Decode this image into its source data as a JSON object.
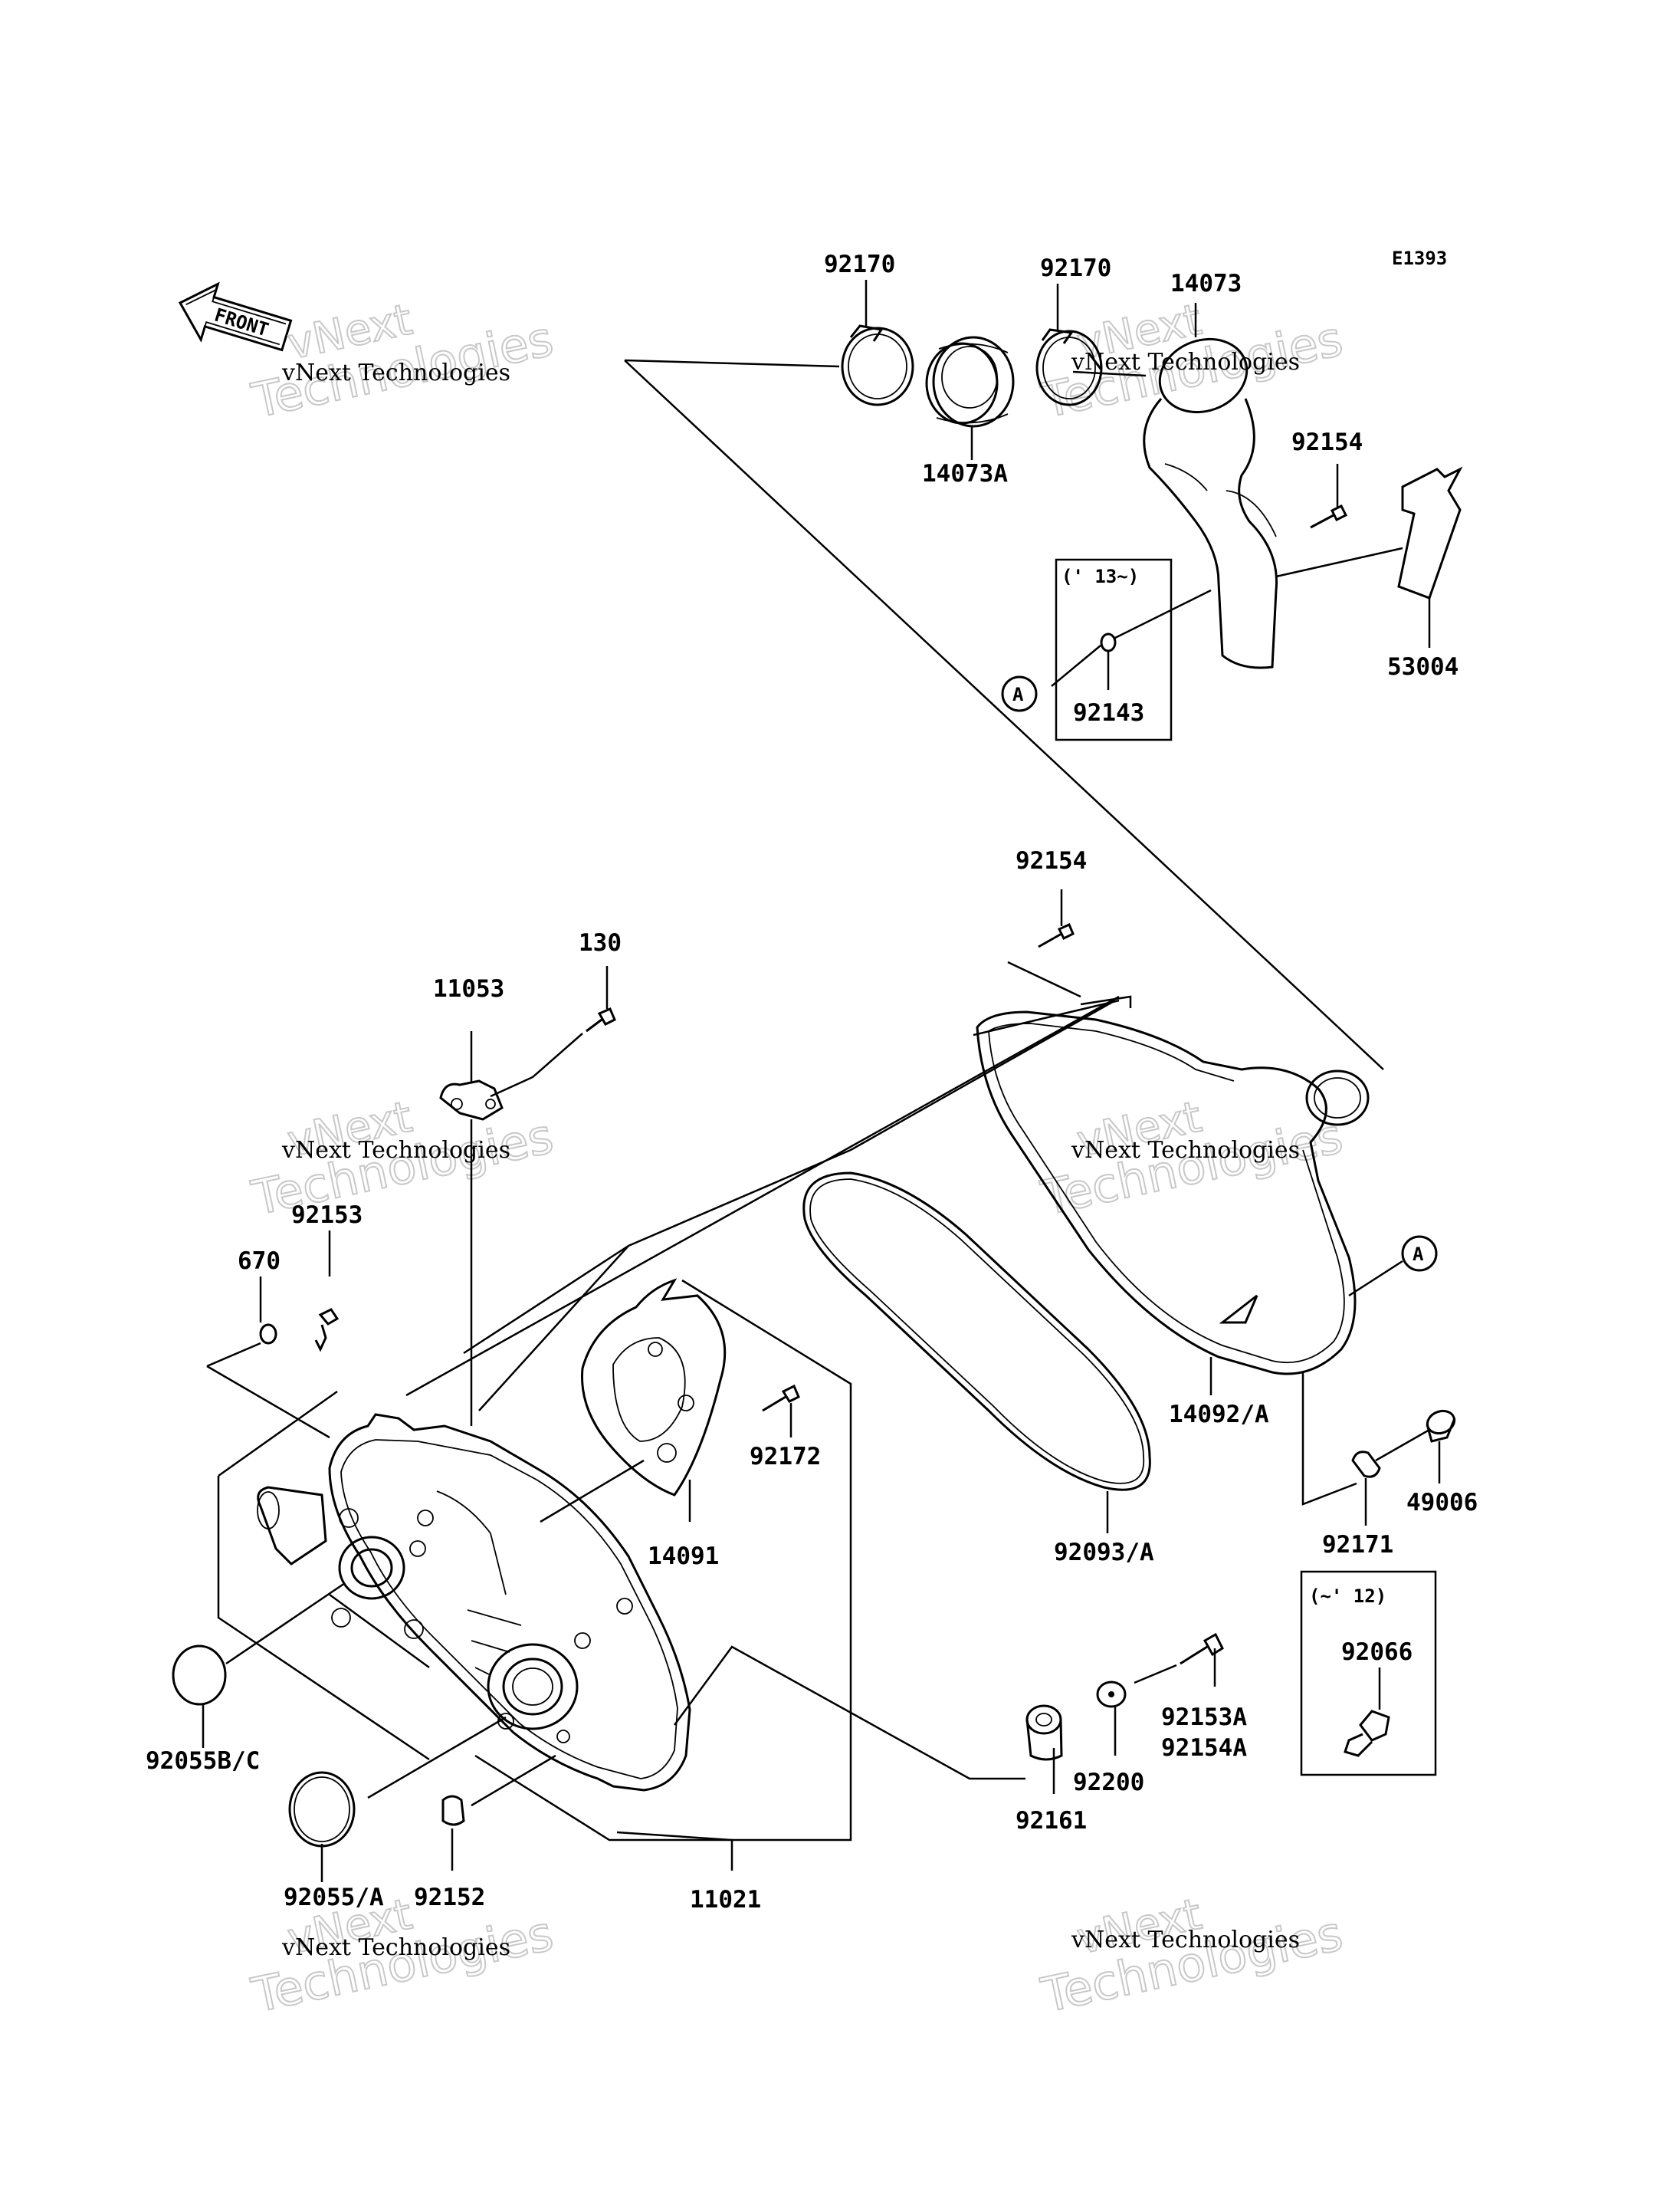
{
  "diagram_code": "E1393",
  "front_label": "FRONT",
  "watermark": {
    "line1": "vNext",
    "line2": "Technologies",
    "small": "vNext Technologies"
  },
  "callout_marker": "A",
  "variant_boxes": {
    "from_13": "(' 13~)",
    "to_12": "(~' 12)"
  },
  "part_labels": {
    "p92170_a": "92170",
    "p92170_b": "92170",
    "p14073": "14073",
    "p14073A": "14073A",
    "p92154_top": "92154",
    "p53004": "53004",
    "p92143": "92143",
    "p92154_mid": "92154",
    "p130": "130",
    "p11053": "11053",
    "p92153": "92153",
    "p670": "670",
    "p92172": "92172",
    "p14091": "14091",
    "p14092A": "14092/A",
    "p49006": "49006",
    "p92171": "92171",
    "p92093A": "92093/A",
    "p92066": "92066",
    "p92153A": "92153A",
    "p92154A": "92154A",
    "p92200": "92200",
    "p92161": "92161",
    "p92055BC": "92055B/C",
    "p92055A": "92055/A",
    "p92152": "92152",
    "p11021": "11021"
  }
}
